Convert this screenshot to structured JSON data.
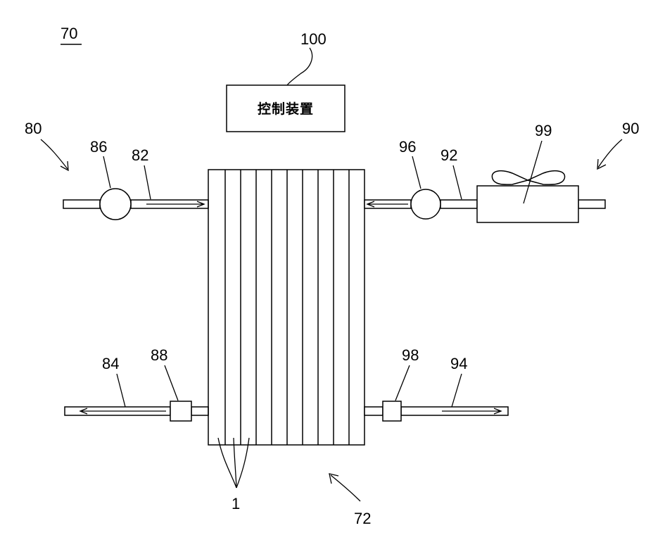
{
  "labels": {
    "system": "70",
    "controller_ref": "100",
    "controller_text": "控制装置",
    "supply_line_left": "80",
    "pipe_82": "82",
    "pump_86": "86",
    "pipe_84": "84",
    "valve_88": "88",
    "supply_line_right": "90",
    "pipe_92": "92",
    "pump_96": "96",
    "humidifier_99": "99",
    "pipe_94": "94",
    "valve_98": "98",
    "cells": "1",
    "stack": "72"
  }
}
